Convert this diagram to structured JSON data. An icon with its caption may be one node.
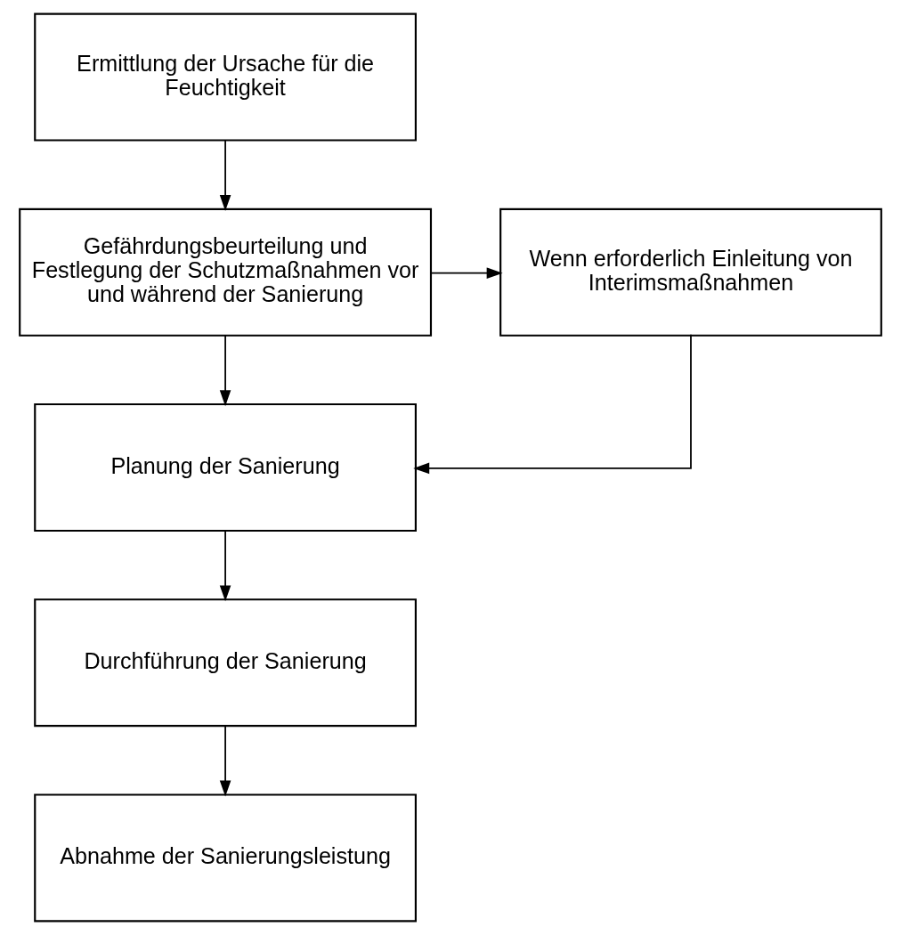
{
  "diagram": {
    "nodes": [
      {
        "text": [
          "Ermittlung der Ursache für die Feuchtigkeit"
        ]
      },
      {
        "text": [
          "Gefährdungsbeurteilung und Festlegung der Schutzmaßnahmen vor und während der Sanierung"
        ]
      },
      {
        "text": [
          "Wenn erforderlich Einleitung von Interimsmaßnahmen"
        ]
      },
      {
        "text": [
          "Planung der Sanierung"
        ]
      },
      {
        "text": [
          "Durchführung der Sanierung"
        ]
      },
      {
        "text": [
          "Abnahme der Sanierungsleistung"
        ]
      }
    ],
    "edges": [
      {
        "from": 0,
        "to": 1,
        "arrow": "to"
      },
      {
        "from": 1,
        "to": 2,
        "arrow": "to"
      },
      {
        "from": 1,
        "to": 3,
        "arrow": "to"
      },
      {
        "from": 2,
        "to": 3,
        "arrow": "to"
      },
      {
        "from": 3,
        "to": 4,
        "arrow": "to"
      },
      {
        "from": 4,
        "to": 5,
        "arrow": "to"
      }
    ]
  }
}
